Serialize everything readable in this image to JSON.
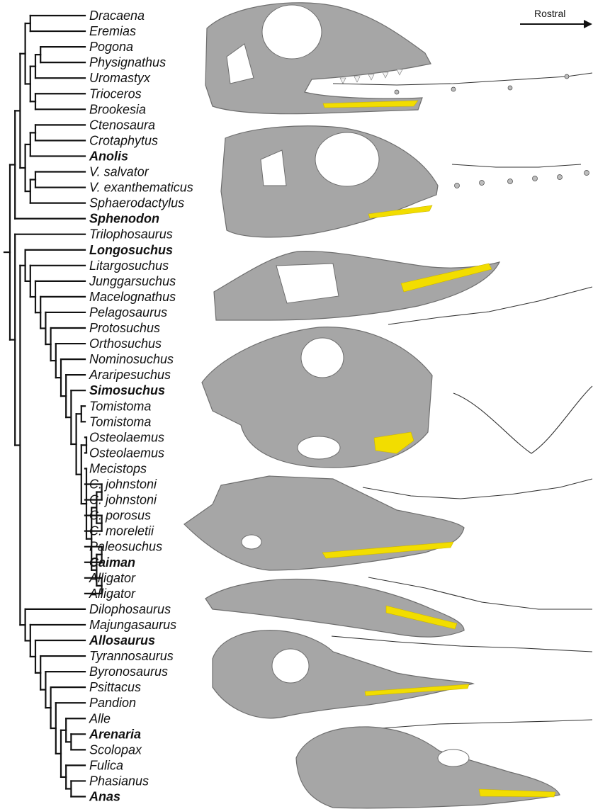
{
  "rostral_label": "Rostral",
  "taxa": [
    {
      "name": "Dracaena",
      "bold": false
    },
    {
      "name": "Eremias",
      "bold": false
    },
    {
      "name": "Pogona",
      "bold": false
    },
    {
      "name": "Physignathus",
      "bold": false
    },
    {
      "name": "Uromastyx",
      "bold": false
    },
    {
      "name": "Trioceros",
      "bold": false
    },
    {
      "name": "Brookesia",
      "bold": false
    },
    {
      "name": "Ctenosaura",
      "bold": false
    },
    {
      "name": "Crotaphytus",
      "bold": false
    },
    {
      "name": "Anolis",
      "bold": true
    },
    {
      "name": "V. salvator",
      "bold": false
    },
    {
      "name": "V. exanthematicus",
      "bold": false
    },
    {
      "name": "Sphaerodactylus",
      "bold": false
    },
    {
      "name": "Sphenodon",
      "bold": true
    },
    {
      "name": "Trilophosaurus",
      "bold": false
    },
    {
      "name": "Longosuchus",
      "bold": true
    },
    {
      "name": "Litargosuchus",
      "bold": false
    },
    {
      "name": "Junggarsuchus",
      "bold": false
    },
    {
      "name": "Macelognathus",
      "bold": false
    },
    {
      "name": "Pelagosaurus",
      "bold": false
    },
    {
      "name": "Protosuchus",
      "bold": false
    },
    {
      "name": "Orthosuchus",
      "bold": false
    },
    {
      "name": "Nominosuchus",
      "bold": false
    },
    {
      "name": "Araripesuchus",
      "bold": false
    },
    {
      "name": "Simosuchus",
      "bold": true
    },
    {
      "name": "Tomistoma",
      "bold": false
    },
    {
      "name": "Tomistoma",
      "bold": false
    },
    {
      "name": "Osteolaemus",
      "bold": false
    },
    {
      "name": "Osteolaemus",
      "bold": false
    },
    {
      "name": "Mecistops",
      "bold": false
    },
    {
      "name": "C. johnstoni",
      "bold": false
    },
    {
      "name": "C. johnstoni",
      "bold": false
    },
    {
      "name": "C. porosus",
      "bold": false
    },
    {
      "name": "C. moreletii",
      "bold": false
    },
    {
      "name": "Paleosuchus",
      "bold": false
    },
    {
      "name": "Caiman",
      "bold": true
    },
    {
      "name": "Alligator",
      "bold": false
    },
    {
      "name": "Alligator",
      "bold": false
    },
    {
      "name": "Dilophosaurus",
      "bold": false
    },
    {
      "name": "Majungasaurus",
      "bold": false
    },
    {
      "name": "Allosaurus",
      "bold": true
    },
    {
      "name": "Tyrannosaurus",
      "bold": false
    },
    {
      "name": "Byronosaurus",
      "bold": false
    },
    {
      "name": "Psittacus",
      "bold": false
    },
    {
      "name": "Pandion",
      "bold": false
    },
    {
      "name": "Alle",
      "bold": false
    },
    {
      "name": "Arenaria",
      "bold": true
    },
    {
      "name": "Scolopax",
      "bold": false
    },
    {
      "name": "Fulica",
      "bold": false
    },
    {
      "name": "Phasianus",
      "bold": false
    },
    {
      "name": "Anas",
      "bold": true
    }
  ],
  "specimen_images": [
    {
      "name": "Anolis",
      "kind": "lizard skull with highlighted mandibular nerve"
    },
    {
      "name": "Sphenodon",
      "kind": "tuatara skull with highlighted mandibular nerve"
    },
    {
      "name": "Longosuchus",
      "kind": "aetosaur lower jaw with highlighted canals"
    },
    {
      "name": "Simosuchus",
      "kind": "notosuchian skull with highlighted canals"
    },
    {
      "name": "Caiman",
      "kind": "caiman skull with highlighted canals"
    },
    {
      "name": "Alligator",
      "kind": "alligator lower jaw with highlighted canals"
    },
    {
      "name": "Arenaria",
      "kind": "bird skull with highlighted canal"
    },
    {
      "name": "Anas",
      "kind": "duck skull with highlighted canal"
    }
  ],
  "colors": {
    "background": "#ffffff",
    "tree": "#111111",
    "bone": "#a6a6a6",
    "nerve_highlight": "#f2dd00",
    "canal_skeleton": "#333333"
  }
}
